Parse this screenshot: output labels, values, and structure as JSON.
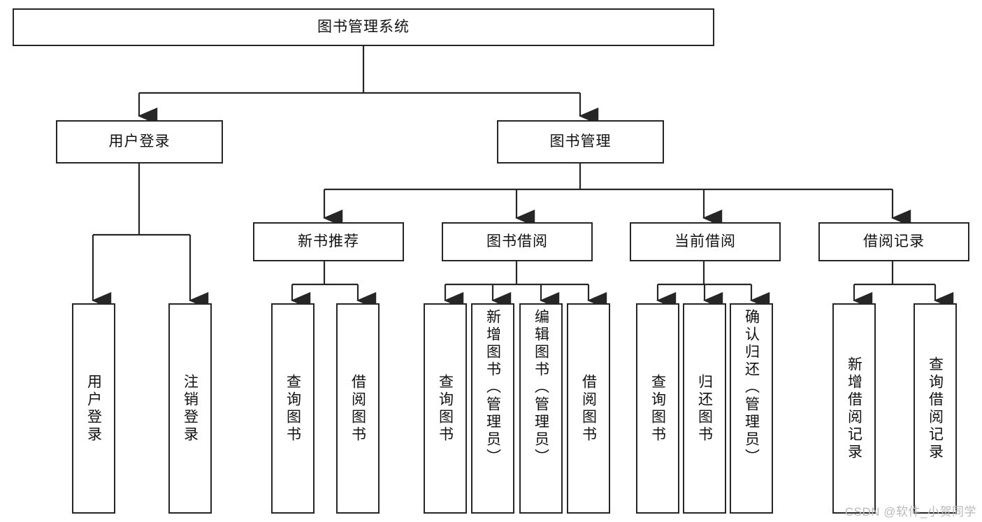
{
  "diagram": {
    "title": "图书管理系统",
    "type": "tree",
    "watermark": "CSDN @软件_小贺同学",
    "colors": {
      "box_border": "#262626",
      "box_fill": "#ffffff",
      "text": "#111111",
      "connector": "#262626",
      "watermark": "#b9b9b9"
    },
    "nodes": {
      "root": {
        "label": "图书管理系统",
        "level": 0
      },
      "l1": [
        {
          "id": "user-login",
          "label": "用户登录",
          "level": 1
        },
        {
          "id": "book-manage",
          "label": "图书管理",
          "level": 1
        }
      ],
      "l2": [
        {
          "id": "new-book-recommend",
          "label": "新书推荐",
          "level": 2,
          "parent": "book-manage"
        },
        {
          "id": "book-borrow",
          "label": "图书借阅",
          "level": 2,
          "parent": "book-manage"
        },
        {
          "id": "current-borrow",
          "label": "当前借阅",
          "level": 2,
          "parent": "book-manage"
        },
        {
          "id": "borrow-record",
          "label": "借阅记录",
          "level": 2,
          "parent": "book-manage"
        }
      ],
      "leaves": [
        {
          "id": "leaf-user-login",
          "label": "用户登录",
          "parent": "user-login"
        },
        {
          "id": "leaf-user-logout",
          "label": "注销登录",
          "parent": "user-login"
        },
        {
          "id": "leaf-query-book-1",
          "label": "查询图书",
          "parent": "new-book-recommend"
        },
        {
          "id": "leaf-borrow-book-1",
          "label": "借阅图书",
          "parent": "new-book-recommend"
        },
        {
          "id": "leaf-query-book-2",
          "label": "查询图书",
          "parent": "book-borrow"
        },
        {
          "id": "leaf-add-book",
          "label": "新增图书（管理员）",
          "parent": "book-borrow"
        },
        {
          "id": "leaf-edit-book",
          "label": "编辑图书（管理员）",
          "parent": "book-borrow"
        },
        {
          "id": "leaf-borrow-book-2",
          "label": "借阅图书",
          "parent": "book-borrow"
        },
        {
          "id": "leaf-query-book-3",
          "label": "查询图书",
          "parent": "current-borrow"
        },
        {
          "id": "leaf-return-book",
          "label": "归还图书",
          "parent": "current-borrow"
        },
        {
          "id": "leaf-confirm-return",
          "label": "确认归还（管理员）",
          "parent": "current-borrow"
        },
        {
          "id": "leaf-add-record",
          "label": "新增借阅记录",
          "parent": "borrow-record"
        },
        {
          "id": "leaf-query-record",
          "label": "查询借阅记录",
          "parent": "borrow-record"
        }
      ]
    }
  }
}
